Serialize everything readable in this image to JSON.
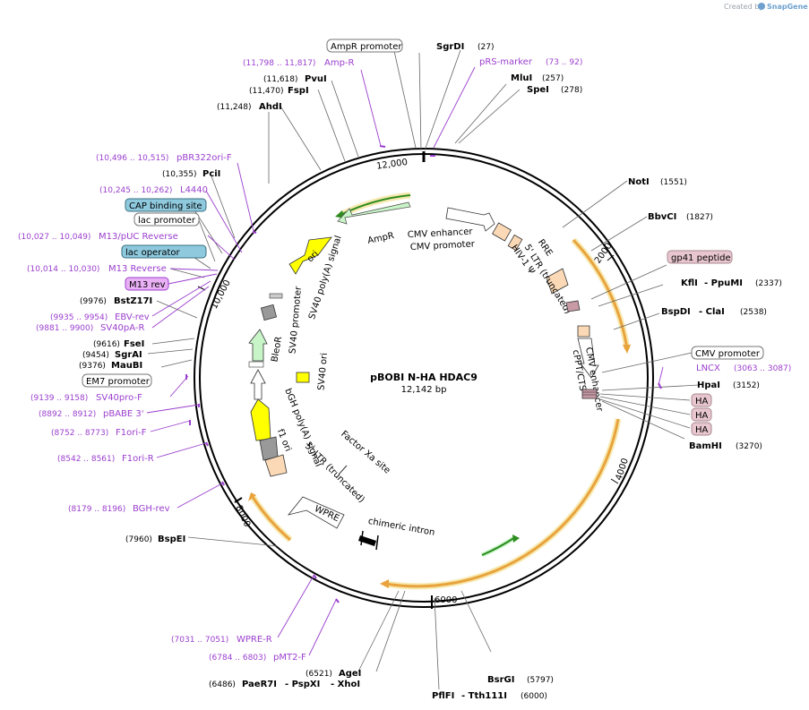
{
  "brand": {
    "created_by": "Created by",
    "name": "SnapGene"
  },
  "plasmid": {
    "name": "pBOBI N-HA HDAC9",
    "length_label": "12,142 bp",
    "length": 12142
  },
  "ticks": [
    "2000",
    "4000",
    "6000",
    "8000",
    "10,000",
    "12,000"
  ],
  "sites": {
    "ampr_promoter": "AmpR promoter",
    "sgrdi": "SgrDI",
    "sgrdi_pos": "(27)",
    "prs_marker": "pRS-marker",
    "prs_marker_pos": "(73 .. 92)",
    "mlui": "MluI",
    "mlui_pos": "(257)",
    "spei": "SpeI",
    "spei_pos": "(278)",
    "ampr_primer_pos": "(11,798 .. 11,817)",
    "ampr_primer": "Amp-R",
    "pvui_pos": "(11,618)",
    "pvui": "PvuI",
    "fspi_pos": "(11,470)",
    "fspi": "FspI",
    "ahdi_pos": "(11,248)",
    "ahdi": "AhdI",
    "notl": "NotI",
    "notl_pos": "(1551)",
    "bbvci": "BbvCI",
    "bbvci_pos": "(1827)",
    "gp41": "gp41 peptide",
    "kfli": "KflI",
    "ppumi": "PpuMI",
    "kfli_pos": "(2337)",
    "bspdi": "BspDI",
    "clai": "ClaI",
    "bspdi_pos": "(2538)",
    "cmv_promoter": "CMV promoter",
    "lncx": "LNCX",
    "lncx_pos": "(3063 .. 3087)",
    "hpai": "HpaI",
    "hpai_pos": "(3152)",
    "ha": "HA",
    "bamhi": "BamHI",
    "bamhi_pos": "(3270)",
    "pbr322_pos": "(10,496 .. 10,515)",
    "pbr322": "pBR322ori-F",
    "pcii_pos": "(10,355)",
    "pcii": "PciI",
    "l4440_pos": "(10,245 .. 10,262)",
    "l4440": "L4440",
    "cap_binding": "CAP binding site",
    "lac_promoter": "lac promoter",
    "m13puc_pos": "(10,027 .. 10,049)",
    "m13puc": "M13/pUC Reverse",
    "lac_operator": "lac operator",
    "m13rev_pos": "(10,014 .. 10,030)",
    "m13rev": "M13 Reverse",
    "m13_rev": "M13 rev",
    "bstz17i_pos": "(9976)",
    "bstz17i": "BstZ17I",
    "ebv_pos": "(9935 .. 9954)",
    "ebv": "EBV-rev",
    "sv40pa_pos": "(9881 .. 9900)",
    "sv40pa": "SV40pA-R",
    "fsei_pos": "(9616)",
    "fsei": "FseI",
    "sgrai_pos": "(9454)",
    "sgrai": "SgrAI",
    "maubi_pos": "(9376)",
    "maubi": "MauBI",
    "em7": "EM7 promoter",
    "sv40pro_pos": "(9139 .. 9158)",
    "sv40pro": "SV40pro-F",
    "pbabe_pos": "(8892 .. 8912)",
    "pbabe": "pBABE 3'",
    "f1orif_pos": "(8752 .. 8773)",
    "f1orif": "F1ori-F",
    "f1orir_pos": "(8542 .. 8561)",
    "f1orir": "F1ori-R",
    "bgh_pos": "(8179 .. 8196)",
    "bgh": "BGH-rev",
    "bspei_pos": "(7960)",
    "bspei": "BspEI",
    "wpre_pos": "(7031 .. 7051)",
    "wpre": "WPRE-R",
    "pmt2_pos": "(6784 .. 6803)",
    "pmt2": "pMT2-F",
    "agei_pos": "(6521)",
    "agei": "AgeI",
    "paer7i_pos": "(6486)",
    "paer7i": "PaeR7I",
    "pspxi": "PspXI",
    "xhoi": "XhoI",
    "bsrgi": "BsrGI",
    "bsrgi_pos": "(5797)",
    "pflfi": "PflFI",
    "tth111i": "Tth111I",
    "pflfi_pos": "(6000)"
  },
  "features": {
    "ampr": "AmpR",
    "ori": "ori",
    "sv40pa_signal": "SV40 poly(A) signal",
    "bleor": "BleoR",
    "sv40_promoter": "SV40 promoter",
    "sv40_ori": "SV40 ori",
    "bgh_signal": "bGH poly(A) signal",
    "f1_ori": "f1 ori",
    "ltr5_left": "5' LTR (truncated)",
    "factor_xa": "Factor Xa site",
    "wpre": "WPRE",
    "chimeric_intron": "chimeric intron",
    "cmv_enhancer_top": "CMV enhancer",
    "cmv_promoter_top": "CMV promoter",
    "hiv": "HIV-1 Ψ",
    "rre": "RRE",
    "ltr5_right": "5' LTR (truncated)",
    "cmv_enhancer_right": "CMV enhancer",
    "cppt": "cPPT/CTS"
  },
  "colors": {
    "backbone": "#000000",
    "primer": "#9b3fce",
    "orf": "#e8a33d",
    "highlight": "#f7e9b0",
    "promoter_green": "#2e8b1f",
    "ori_yellow": "#ffff00",
    "light_green": "#c8f5c8",
    "cap_box": "#8ec9dd",
    "pink_box": "#e8c6cf",
    "m13_box": "#e9b0f5"
  }
}
